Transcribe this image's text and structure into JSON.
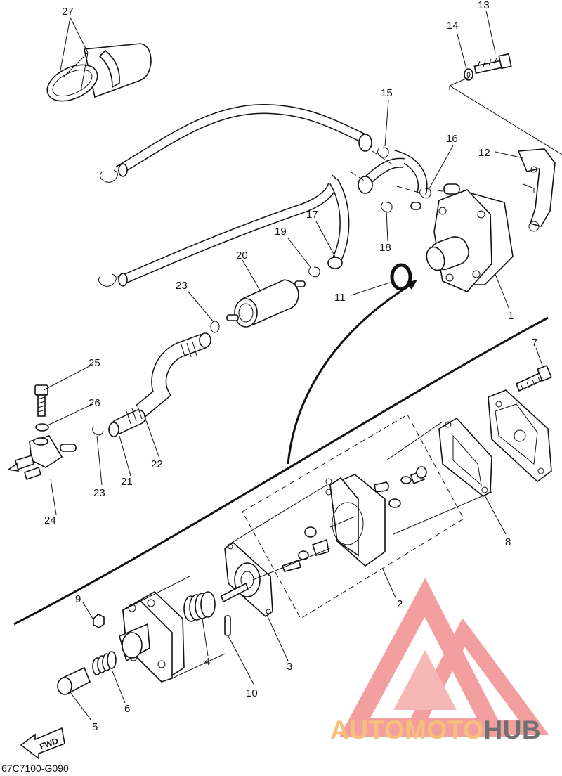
{
  "diagram": {
    "code": "67C7100-G090",
    "fwd_label": "FWD",
    "callouts": [
      "1",
      "2",
      "3",
      "4",
      "5",
      "6",
      "7",
      "8",
      "9",
      "10",
      "11",
      "12",
      "13",
      "14",
      "15",
      "16",
      "17",
      "18",
      "19",
      "20",
      "21",
      "22",
      "23",
      "23",
      "24",
      "25",
      "26",
      "27"
    ]
  },
  "watermark": {
    "part1": "AUTOMOTO",
    "part2": "HUB",
    "colors": {
      "part1": "#f7c07a",
      "part2": "#707070",
      "logo": "#f08080"
    }
  }
}
